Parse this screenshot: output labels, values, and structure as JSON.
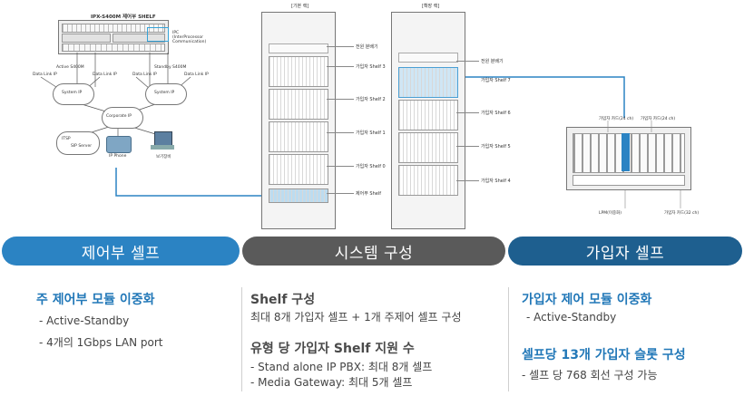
{
  "top": {
    "control_shelf_title": "IPX-S400M 제어부 SHELF",
    "ipc_label": "IPC\n(InterProcessor\nCommunication)",
    "active_label": "Active S400M",
    "standby_label": "Standby S400M",
    "system_ip_left": "System IP",
    "system_ip_right": "System IP",
    "corporate_ip": "Corporate IP",
    "data_link_a": "Data Link IP",
    "data_link_b": "Data Link IP",
    "data_link_c": "Data Link IP",
    "data_link_d": "Data Link IP",
    "itsp_label": "ITSP",
    "sip_server_label": "SIP Server",
    "ip_phone_label": "IP Phone",
    "pc_label": "보기장비"
  },
  "racks": {
    "basic_title": "[기본 랙]",
    "expansion_title": "[확장 랙]",
    "basic_labels": [
      "전원 분배기",
      "가입자 Shelf 3",
      "가입자 Shelf 2",
      "가입자 Shelf 1",
      "가입자 Shelf 0",
      "제어부 Shelf"
    ],
    "expansion_labels": [
      "전원 분배기",
      "가입자 Shelf 7",
      "가입자 Shelf 6",
      "가입자 Shelf 5",
      "가입자 Shelf 4"
    ]
  },
  "subscriber_shelf_detail": {
    "card_label_1": "가입자 카드(24 ch)",
    "card_label_2": "가입자 카드(24 ch)",
    "lpm_label": "LPM(이중화)",
    "card_label_3": "가입자 카드(32 ch)"
  },
  "sections": [
    {
      "banner": "제어부 셀프",
      "heading1": "주 제어부 모듈 이중화",
      "lines1": [
        "- Active-Standby",
        "- 4개의 1Gbps LAN port"
      ]
    },
    {
      "banner": "시스템 구성",
      "heading1": "Shelf 구성",
      "lines1": [
        "최대 8개 가입자 셀프 + 1개 주제어 셀프 구성"
      ],
      "heading2": "유형 당 가입자 Shelf 지원 수",
      "lines2": [
        "- Stand alone IP PBX: 최대 8개 셀프",
        "- Media Gateway: 최대 5개 셀프"
      ]
    },
    {
      "banner": "가입자 셀프",
      "heading1": "가입자 제어 모듈 이중화",
      "lines1": [
        "- Active-Standby"
      ],
      "heading2": "셀프당 13개 가입자 슬롯 구성",
      "lines2": [
        "- 셀프 당 768 회선 구성 가능"
      ]
    }
  ],
  "colors": {
    "banner_left": "#2b83c3",
    "banner_mid": "#5a5a5a",
    "banner_right": "#1e5f8f",
    "heading_blue": "#2278b8",
    "connector_blue": "#2b83c3"
  }
}
